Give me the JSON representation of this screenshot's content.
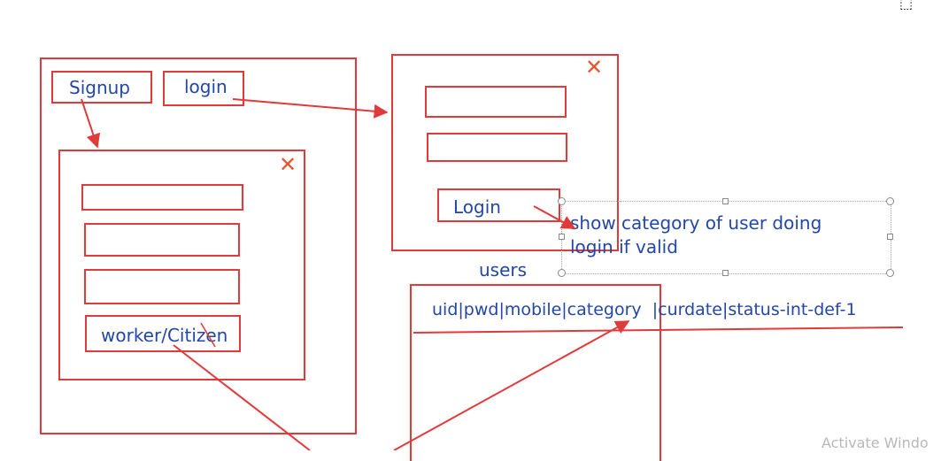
{
  "signup_panel": {
    "signup_label": "Signup",
    "login_label": "login",
    "dialog": {
      "close_glyph": "✕",
      "category_label": "worker/Citizen"
    }
  },
  "login_panel": {
    "close_glyph": "✕",
    "login_button_label": "Login"
  },
  "annotation": {
    "text": "show category of user doing login if valid"
  },
  "users_table": {
    "title": "users",
    "columns_text": "uid|pwd|mobile|category  |curdate|status-int-def-1"
  },
  "watermark": "Activate Windo",
  "colors": {
    "stroke": "#e03a3a",
    "text": "#2347a8",
    "close": "#e8552e"
  }
}
